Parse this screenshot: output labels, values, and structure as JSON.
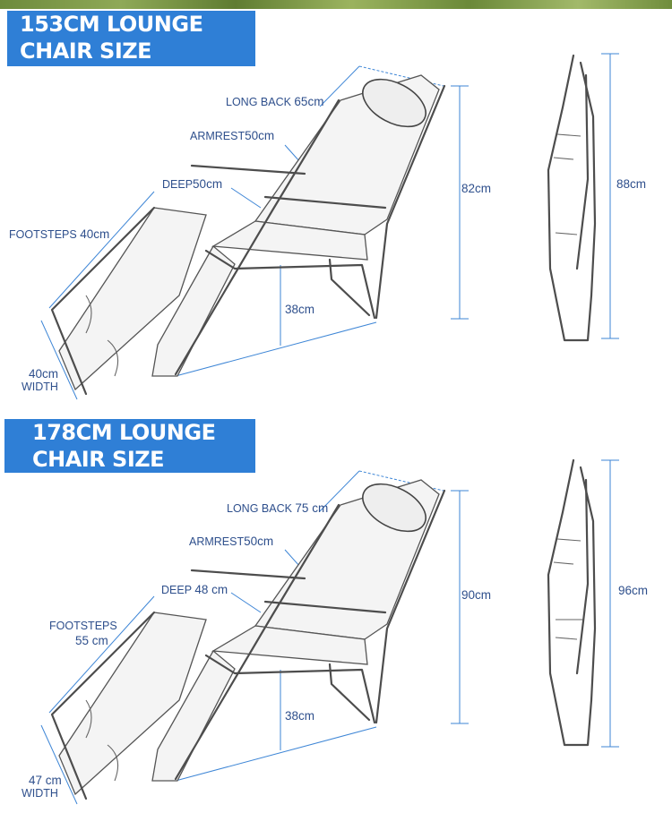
{
  "sections": [
    {
      "banner": {
        "line1": "153CM LOUNGE",
        "line2": "CHAIR SIZE"
      },
      "labels": {
        "long_back": "LONG BACK",
        "long_back_value": "65cm",
        "armrest": "ARMREST",
        "armrest_value": "50cm",
        "deep": "DEEP",
        "deep_value": "50cm",
        "footsteps": "FOOTSTEPS",
        "footsteps_value": "40cm",
        "width_value": "40cm",
        "width": "WIDTH",
        "height_back": "82cm",
        "height_seat": "38cm",
        "folded_height": "88cm"
      }
    },
    {
      "banner": {
        "line1": "178CM LOUNGE",
        "line2": "CHAIR SIZE"
      },
      "labels": {
        "long_back": "LONG BACK",
        "long_back_value": "75 cm",
        "armrest": "ARMREST",
        "armrest_value": "50cm",
        "deep": "DEEP",
        "deep_value": "48 cm",
        "footsteps": "FOOTSTEPS",
        "footsteps_value": "55 cm",
        "width_value": "47 cm",
        "width": "WIDTH",
        "height_back": "90cm",
        "height_seat": "38cm",
        "folded_height": "96cm"
      }
    }
  ],
  "colors": {
    "banner": "#2f7fd6",
    "dimension_line": "#3e86d6",
    "label_text": "#2e4f8c"
  },
  "icons": {
    "chair_open": "lounge-chair-unfolded",
    "chair_folded": "lounge-chair-folded"
  }
}
